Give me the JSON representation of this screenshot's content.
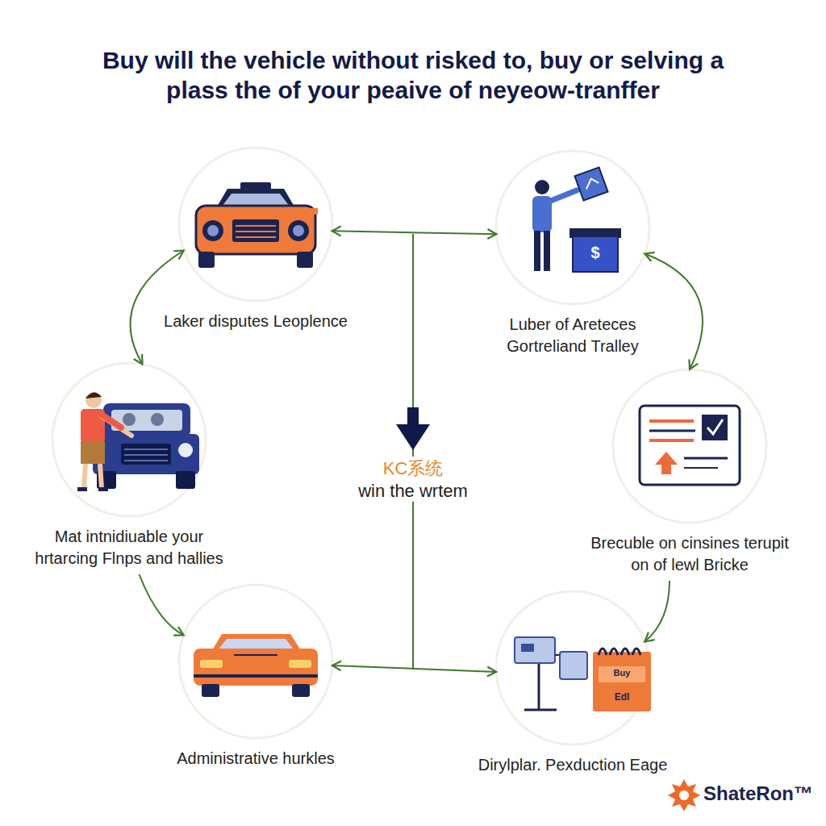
{
  "diagram": {
    "title": "Buy will the vehicle without risked to, buy or selving a plass the of your peaive of neyeow-tranffer",
    "nodes": [
      {
        "text": [
          "Laker disputes Leoplence"
        ]
      },
      {
        "text": [
          "Luber of Areteces Gortreliand Tralley"
        ]
      },
      {
        "text": [
          "Mat intnidiuable your hrtarcing Flnps and hallies"
        ]
      },
      {
        "text": [
          "Brecuble on cinsines terupit on of lewl Bricke"
        ]
      },
      {
        "text": [
          "Administrative hurkles"
        ]
      },
      {
        "text": [
          "Dirylplar. Pexduction Eage"
        ]
      }
    ],
    "edges": [
      {
        "from": 0,
        "to": 1,
        "arrow": "both"
      },
      {
        "from": 0,
        "to": 2,
        "arrow": "both"
      },
      {
        "from": 1,
        "to": 3,
        "arrow": "both"
      },
      {
        "from": 2,
        "to": 4,
        "arrow": "to"
      },
      {
        "from": 3,
        "to": 5,
        "arrow": "to"
      },
      {
        "from": 4,
        "to": 5,
        "arrow": "both"
      }
    ],
    "labels": [
      "KC系统",
      "win the wrtem",
      "$",
      "Buy",
      "Edl",
      "ShateRon™"
    ]
  }
}
